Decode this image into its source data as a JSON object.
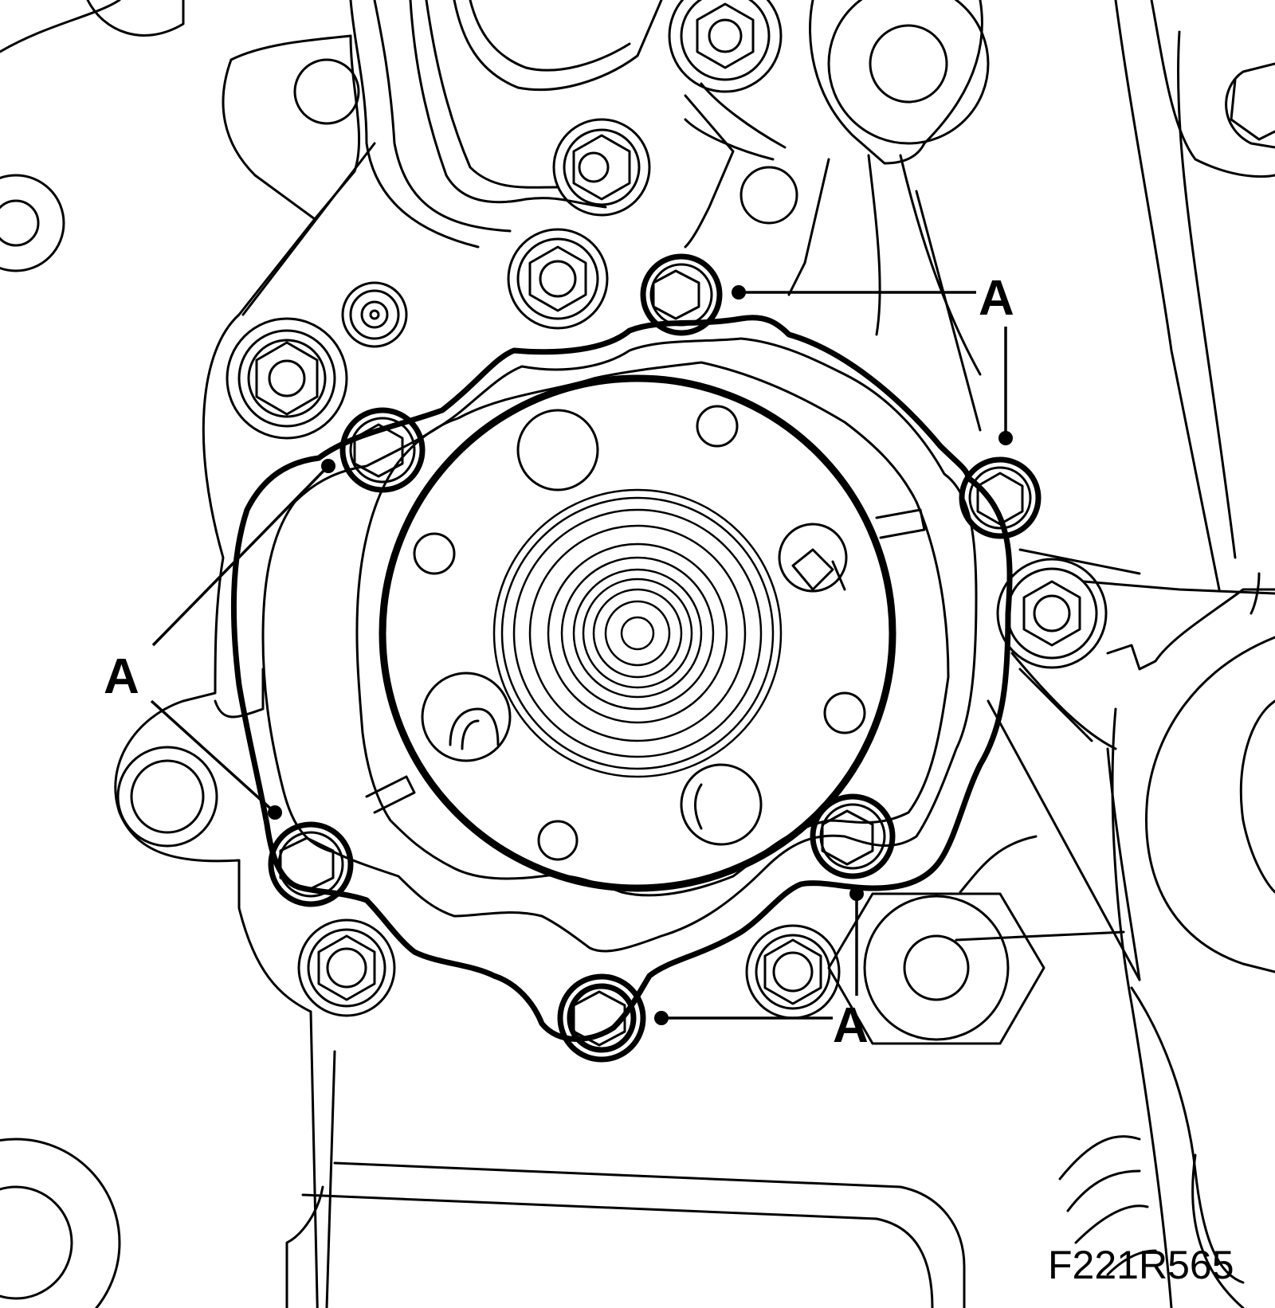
{
  "callout_label": "A",
  "figure_id": "F221R565",
  "icons": [
    "water-pump",
    "bolt-hex",
    "pulley-boss"
  ]
}
